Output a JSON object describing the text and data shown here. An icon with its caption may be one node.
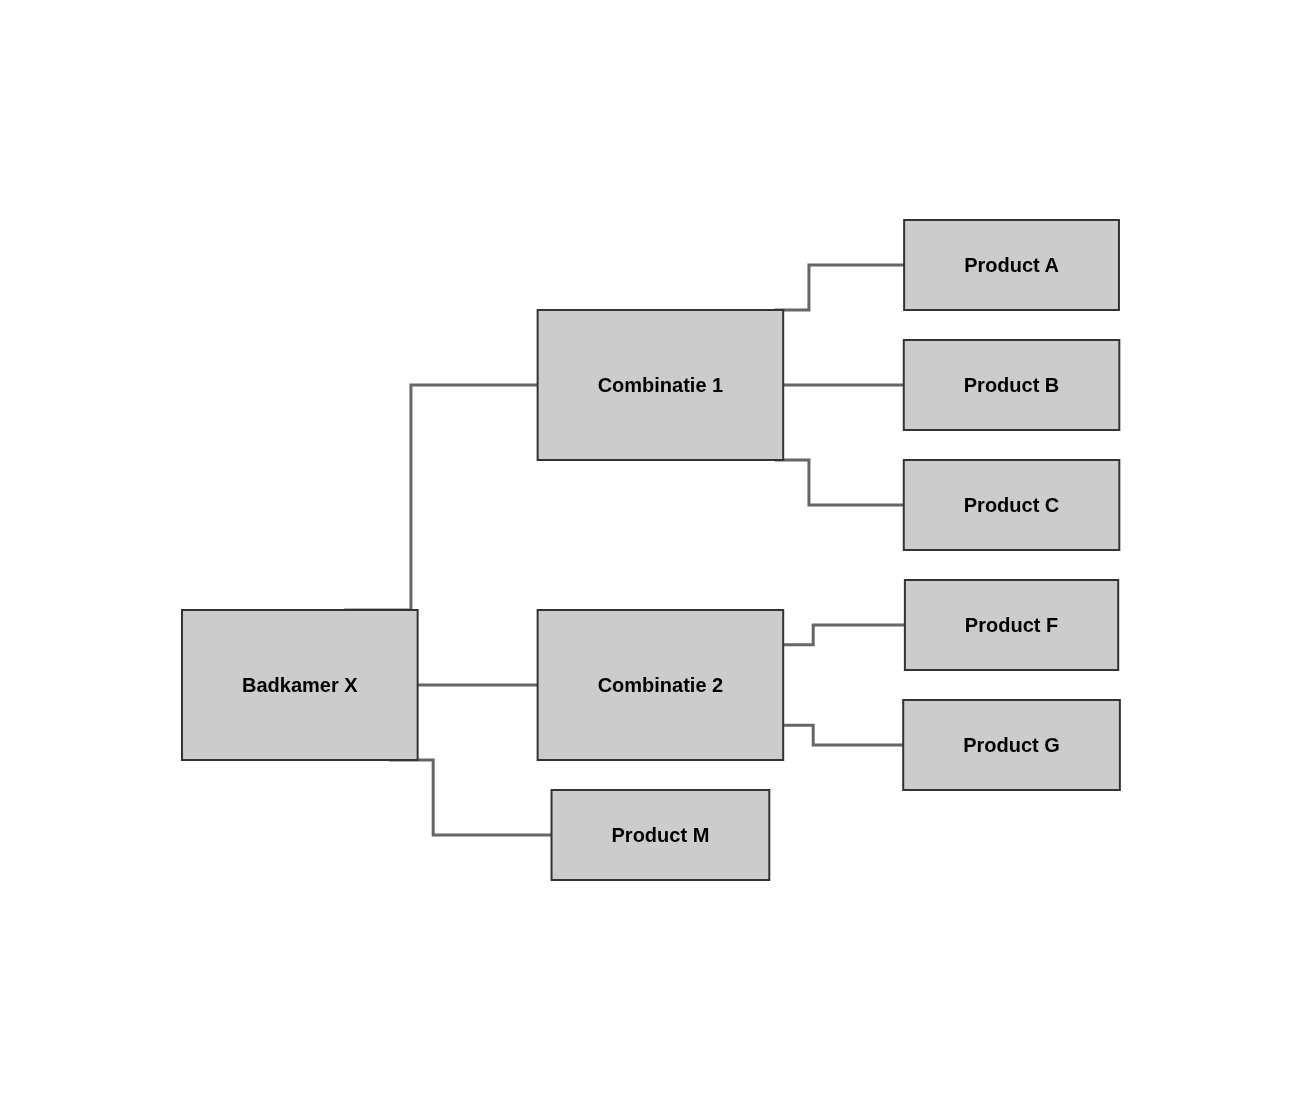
{
  "diagram": {
    "nodes": [
      {
        "text": [
          "Badkamer X"
        ]
      },
      {
        "text": [
          "Combinatie 1"
        ]
      },
      {
        "text": [
          "Product A"
        ]
      },
      {
        "text": [
          "Product B"
        ]
      },
      {
        "text": [
          "Product C"
        ]
      },
      {
        "text": [
          "Combinatie 2"
        ]
      },
      {
        "text": [
          "Product F"
        ]
      },
      {
        "text": [
          "Product G"
        ]
      },
      {
        "text": [
          "Product M"
        ]
      }
    ],
    "edges": [
      {
        "from": 0,
        "to": 1,
        "arrow": "none"
      },
      {
        "from": 0,
        "to": 5,
        "arrow": "none"
      },
      {
        "from": 0,
        "to": 8,
        "arrow": "none"
      },
      {
        "from": 1,
        "to": 2,
        "arrow": "none"
      },
      {
        "from": 1,
        "to": 3,
        "arrow": "none"
      },
      {
        "from": 1,
        "to": 4,
        "arrow": "none"
      },
      {
        "from": 5,
        "to": 6,
        "arrow": "none"
      },
      {
        "from": 5,
        "to": 7,
        "arrow": "none"
      }
    ]
  }
}
